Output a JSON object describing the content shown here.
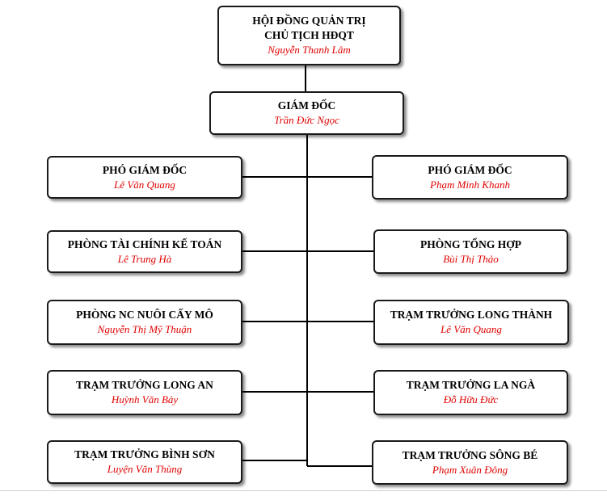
{
  "board": {
    "title1": "HỘI ĐỒNG QUẢN TRỊ",
    "title2": "CHỦ TỊCH HĐQT",
    "person": "Nguyễn Thanh Lâm"
  },
  "director": {
    "title": "GIÁM ĐỐC",
    "person": "Trần Đức Ngọc"
  },
  "left": [
    {
      "title": "PHÓ GIÁM ĐỐC",
      "person": "Lê Văn Quang"
    },
    {
      "title": "PHÒNG TÀI CHÍNH KẾ TOÁN",
      "person": "Lê Trung Hà"
    },
    {
      "title": "PHÒNG NC NUÔI CẤY MÔ",
      "person": "Nguyễn Thị Mỹ Thuận"
    },
    {
      "title": "TRẠM TRƯỞNG LONG AN",
      "person": "Huỳnh Văn Bảy"
    },
    {
      "title": "TRẠM TRƯỞNG BÌNH SƠN",
      "person": "Luyện Văn Thùng"
    }
  ],
  "right": [
    {
      "title": "PHÓ GIÁM ĐỐC",
      "person": "Phạm Minh Khanh"
    },
    {
      "title": "PHÒNG TỔNG HỢP",
      "person": "Bùi Thị Thảo"
    },
    {
      "title": "TRẠM TRƯỞNG LONG THÀNH",
      "person": "Lê Văn Quang"
    },
    {
      "title": "TRẠM TRƯỞNG LA NGÀ",
      "person": "Đỗ Hữu Đức"
    },
    {
      "title": "TRẠM TRƯỞNG SÔNG BÉ",
      "person": "Phạm Xuân Đông"
    }
  ]
}
